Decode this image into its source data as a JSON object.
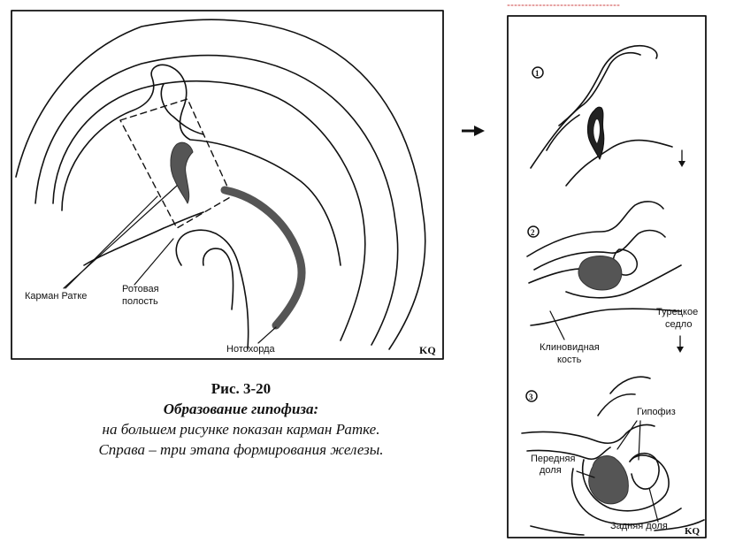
{
  "main_figure": {
    "labels": {
      "rathke_pouch": "Карман Ратке",
      "oral_cavity_line1": "Ротовая",
      "oral_cavity_line2": "полость",
      "notochord": "Нотохорда"
    },
    "author_mark": "KQ"
  },
  "stages": {
    "stage1_marker": "1",
    "stage2_marker": "2",
    "stage3_marker": "3",
    "labels": {
      "sella_line1": "Турецкое",
      "sella_line2": "седло",
      "sphenoid_line1": "Клиновидная",
      "sphenoid_line2": "кость",
      "hypophysis": "Гипофиз",
      "anterior_line1": "Передняя",
      "anterior_line2": "доля",
      "posterior": "Задняя доля"
    },
    "author_mark": "KQ"
  },
  "caption": {
    "number": "Рис. 3-20",
    "title": "Образование гипофиза:",
    "line1": "на большем рисунке показан карман Ратке.",
    "line2": "Справа – три этапа формирования железы."
  }
}
